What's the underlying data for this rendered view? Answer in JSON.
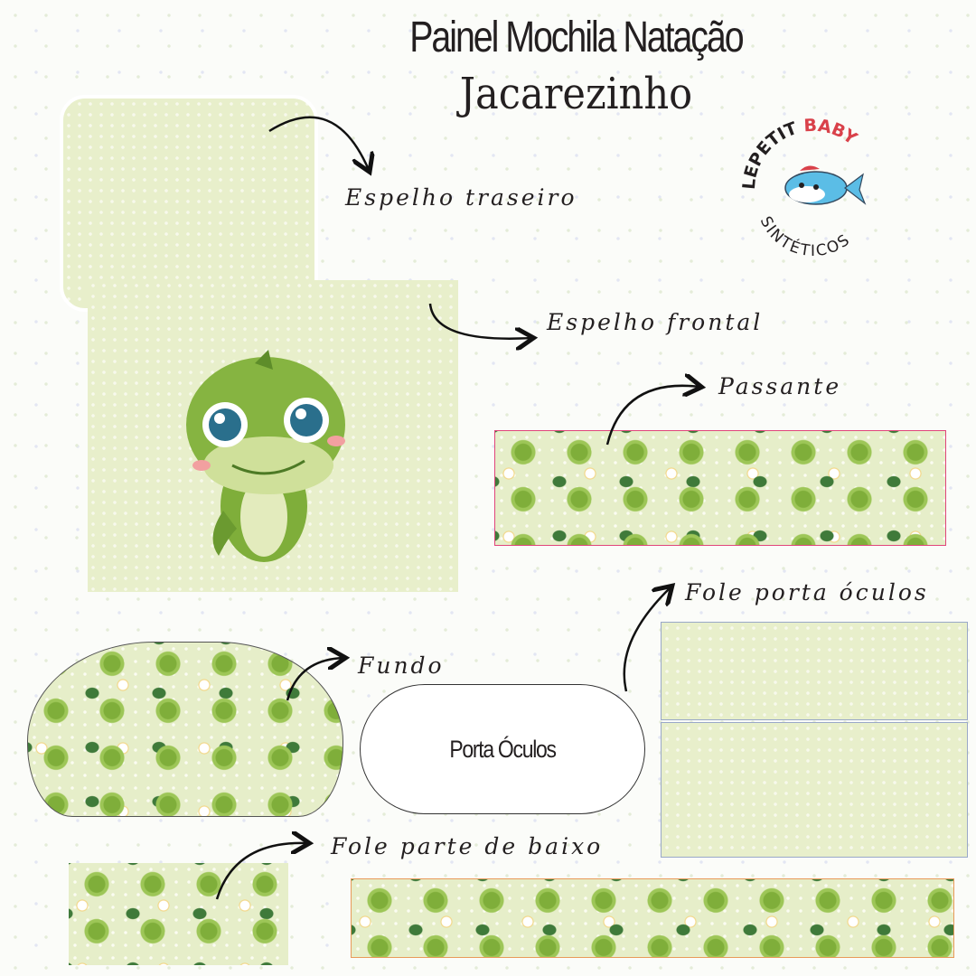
{
  "title": {
    "line1": "Painel Mochila Natação",
    "line2": "Jacarezinho"
  },
  "logo": {
    "text_top": "LEPETIT BABY",
    "text_bottom": "SINTÉTICOS"
  },
  "labels": {
    "espelho_traseiro": "Espelho traseiro",
    "espelho_frontal": "Espelho frontal",
    "passante": "Passante",
    "fole_porta_oculos": "Fole porta óculos",
    "fundo": "Fundo",
    "porta_oculos": "Porta Óculos",
    "fole_parte_baixo": "Fole parte de baixo"
  },
  "colors": {
    "panel": "#e8efcb",
    "croc": "#7fae3a",
    "passante_border": "#e0457b"
  }
}
